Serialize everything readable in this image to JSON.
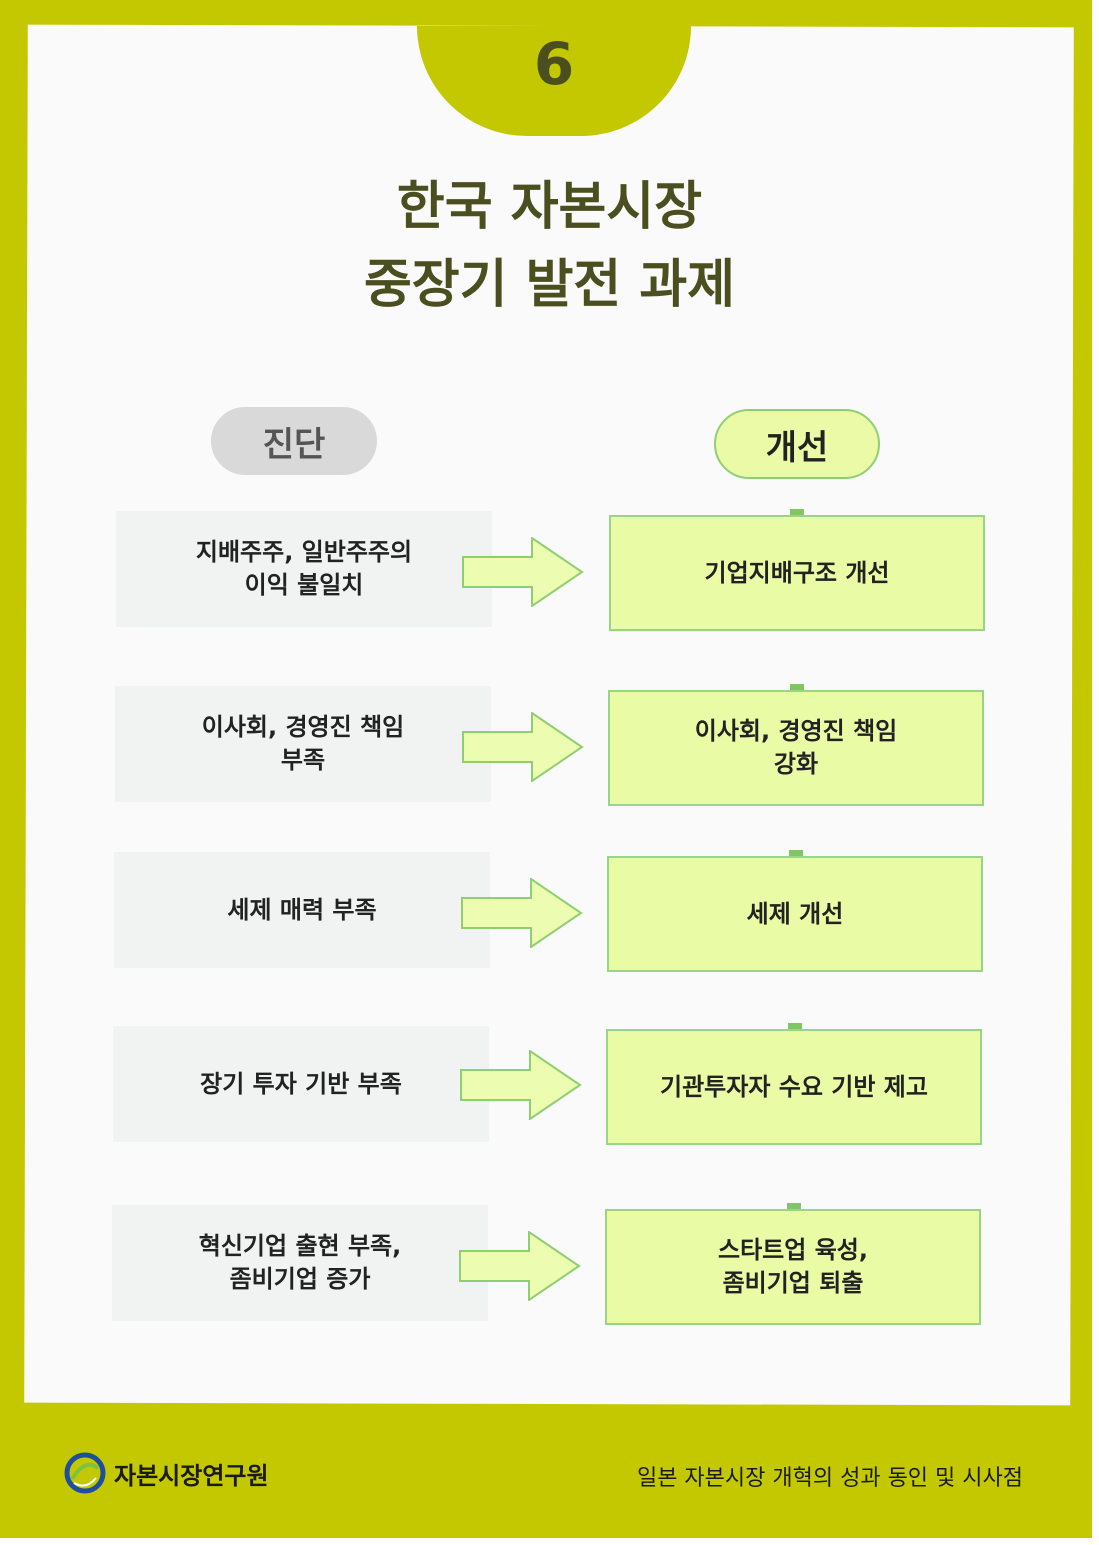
{
  "page_number": "6",
  "title": {
    "line1": "한국 자본시장",
    "line2": "중장기 발전 과제"
  },
  "headers": {
    "diagnosis": "진단",
    "improvement": "개선"
  },
  "rows": [
    {
      "diagnosis": [
        "지배주주, 일반주주의",
        "이익 불일치"
      ],
      "improvement": [
        "기업지배구조 개선"
      ]
    },
    {
      "diagnosis": [
        "이사회, 경영진 책임",
        "부족"
      ],
      "improvement": [
        "이사회, 경영진 책임",
        "강화"
      ]
    },
    {
      "diagnosis": [
        "세제 매력 부족"
      ],
      "improvement": [
        "세제 개선"
      ]
    },
    {
      "diagnosis": [
        "장기 투자 기반 부족"
      ],
      "improvement": [
        "기관투자자 수요 기반 제고"
      ]
    },
    {
      "diagnosis": [
        "혁신기업 출현 부족,",
        "좀비기업 증가"
      ],
      "improvement": [
        "스타트업 육성,",
        "좀비기업 퇴출"
      ]
    }
  ],
  "footer": {
    "org_name": "자본시장연구원",
    "document_title": "일본 자본시장 개혁의 성과 동인 및 시사점"
  },
  "colors": {
    "frame": "#c3c800",
    "title": "#4b4f1f",
    "improvement_fill": "#eafba5",
    "improvement_border": "#9ad486",
    "diagnosis_fill": "#f1f2f2",
    "connector": "#82c664"
  },
  "icons": {
    "logo": "kcmi-logo-icon",
    "arrow": "right-arrow-icon"
  }
}
